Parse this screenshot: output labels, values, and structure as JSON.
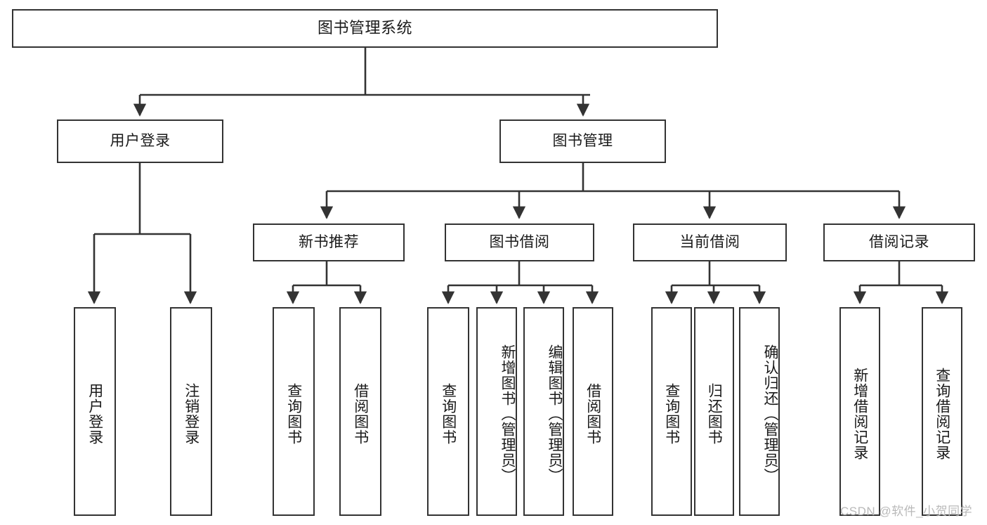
{
  "diagram": {
    "title": "图书管理系统",
    "type": "functional-structure-tree",
    "watermark": "CSDN @软件_小贺同学",
    "colors": {
      "node_border": "#333333",
      "node_fill": "#ffffff",
      "edge": "#333333",
      "text": "#1a1a1a",
      "watermark": "#b9b9b9",
      "background": "#ffffff"
    },
    "levels": {
      "level1": [
        "图书管理系统"
      ],
      "level2": [
        "用户登录",
        "图书管理"
      ],
      "level3": [
        "新书推荐",
        "图书借阅",
        "当前借阅",
        "借阅记录"
      ],
      "level4": [
        "用户登录",
        "注销登录",
        "查询图书",
        "借阅图书",
        "查询图书",
        "新增图书（管理员）",
        "编辑图书（管理员）",
        "借阅图书",
        "查询图书",
        "归还图书",
        "确认归还（管理员）",
        "新增借阅记录",
        "查询借阅记录"
      ]
    },
    "nodes": {
      "root": {
        "label": "图书管理系统"
      },
      "user_login": {
        "label": "用户登录"
      },
      "book_manage": {
        "label": "图书管理"
      },
      "new_book_rec": {
        "label": "新书推荐"
      },
      "book_borrow": {
        "label": "图书借阅"
      },
      "current_borrow": {
        "label": "当前借阅"
      },
      "borrow_record": {
        "label": "借阅记录"
      },
      "leaf_user_login": {
        "label": "用户登录"
      },
      "leaf_logout": {
        "label": "注销登录"
      },
      "leaf_query_book_1": {
        "label": "查询图书"
      },
      "leaf_borrow_book_1": {
        "label": "借阅图书"
      },
      "leaf_query_book_2": {
        "label": "查询图书"
      },
      "leaf_add_book": {
        "label": "新增图书（管理员）"
      },
      "leaf_edit_book": {
        "label": "编辑图书（管理员）"
      },
      "leaf_borrow_book_2": {
        "label": "借阅图书"
      },
      "leaf_query_book_3": {
        "label": "查询图书"
      },
      "leaf_return_book": {
        "label": "归还图书"
      },
      "leaf_confirm_return": {
        "label": "确认归还（管理员）"
      },
      "leaf_add_record": {
        "label": "新增借阅记录"
      },
      "leaf_query_record": {
        "label": "查询借阅记录"
      }
    },
    "edges": [
      {
        "from": "root",
        "to": "user_login"
      },
      {
        "from": "root",
        "to": "book_manage"
      },
      {
        "from": "user_login",
        "to": "leaf_user_login"
      },
      {
        "from": "user_login",
        "to": "leaf_logout"
      },
      {
        "from": "book_manage",
        "to": "new_book_rec"
      },
      {
        "from": "book_manage",
        "to": "book_borrow"
      },
      {
        "from": "book_manage",
        "to": "current_borrow"
      },
      {
        "from": "book_manage",
        "to": "borrow_record"
      },
      {
        "from": "new_book_rec",
        "to": "leaf_query_book_1"
      },
      {
        "from": "new_book_rec",
        "to": "leaf_borrow_book_1"
      },
      {
        "from": "book_borrow",
        "to": "leaf_query_book_2"
      },
      {
        "from": "book_borrow",
        "to": "leaf_add_book"
      },
      {
        "from": "book_borrow",
        "to": "leaf_edit_book"
      },
      {
        "from": "book_borrow",
        "to": "leaf_borrow_book_2"
      },
      {
        "from": "current_borrow",
        "to": "leaf_query_book_3"
      },
      {
        "from": "current_borrow",
        "to": "leaf_return_book"
      },
      {
        "from": "current_borrow",
        "to": "leaf_confirm_return"
      },
      {
        "from": "borrow_record",
        "to": "leaf_add_record"
      },
      {
        "from": "borrow_record",
        "to": "leaf_query_record"
      }
    ]
  }
}
